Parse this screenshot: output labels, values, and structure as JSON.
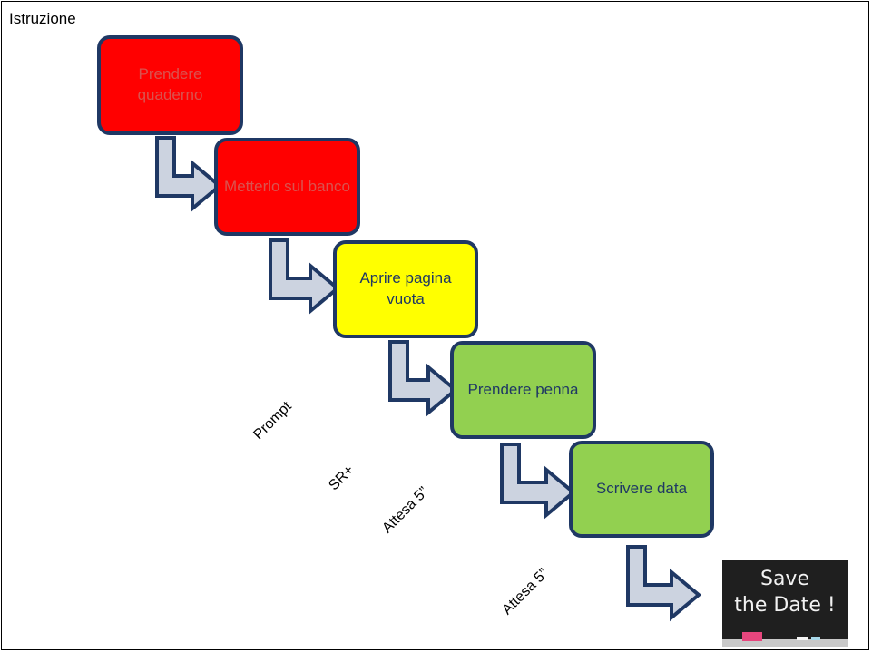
{
  "title": "Istruzione",
  "steps": [
    {
      "label": "Prendere quaderno",
      "color": "#ff0000",
      "text_color": "#d9534f"
    },
    {
      "label": "Metterlo sul banco",
      "color": "#ff0000",
      "text_color": "#d9534f"
    },
    {
      "label": "Aprire pagina vuota",
      "color": "#ffff00",
      "text_color": "#1f3864"
    },
    {
      "label": "Prendere penna",
      "color": "#92d050",
      "text_color": "#1f3864"
    },
    {
      "label": "Scrivere data",
      "color": "#92d050",
      "text_color": "#1f3864"
    }
  ],
  "annotations": {
    "prompt": "Prompt",
    "sr_plus": "SR+",
    "wait_1": "Attesa 5”",
    "wait_2": "Attesa 5”"
  },
  "board": {
    "line1": "Save",
    "line2": "the Date !"
  },
  "colors": {
    "box_border": "#1f3864",
    "arrow_fill": "#ccd3e0",
    "arrow_stroke": "#1f3864"
  }
}
